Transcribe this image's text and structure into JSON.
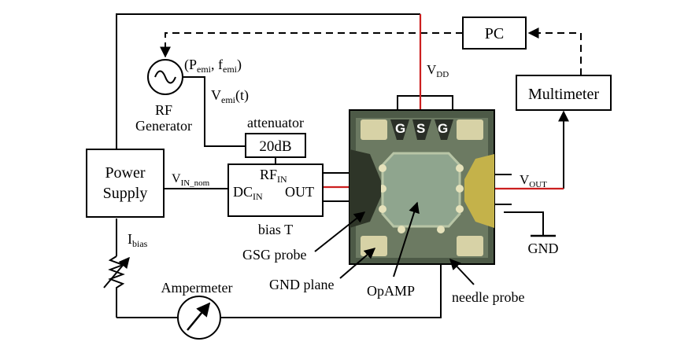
{
  "colors": {
    "wire": "#000000",
    "signal": "#cc1f1f",
    "chip_bg": "#4d5a47",
    "chip_pad": "#d7d2a6",
    "die": "#8fa58e",
    "probe_gold": "#c4b24a"
  },
  "blocks": {
    "pc": "PC",
    "multimeter": "Multimeter",
    "power_supply_line1": "Power",
    "power_supply_line2": "Supply",
    "attenuator_value": "20dB",
    "attenuator_title": "attenuator",
    "bias_t_rf": "RF",
    "bias_t_rf_sub": "IN",
    "bias_t_dc": "DC",
    "bias_t_dc_sub": "IN",
    "bias_t_out": "OUT",
    "bias_t_title": "bias T",
    "rf_generator_line1": "RF",
    "rf_generator_line2": "Generator"
  },
  "signals": {
    "pemi_main": "(P",
    "pemi_sub": "emi",
    "femi_main": ", f",
    "femi_sub": "emi",
    "pf_close": ")",
    "vemi_main": "V",
    "vemi_sub": "emi",
    "vemi_t": "(t)",
    "vin_main": "V",
    "vin_sub": "IN_nom",
    "vdd_main": "V",
    "vdd_sub": "DD",
    "vout_main": "V",
    "vout_sub": "OUT",
    "ibias_main": "I",
    "ibias_sub": "bias"
  },
  "chip": {
    "g1": "G",
    "s": "S",
    "g2": "G"
  },
  "labels": {
    "gsg_probe": "GSG probe",
    "gnd_plane": "GND plane",
    "opamp": "OpAMP",
    "needle_probe": "needle probe",
    "ampermeter": "Ampermeter",
    "gnd": "GND"
  }
}
